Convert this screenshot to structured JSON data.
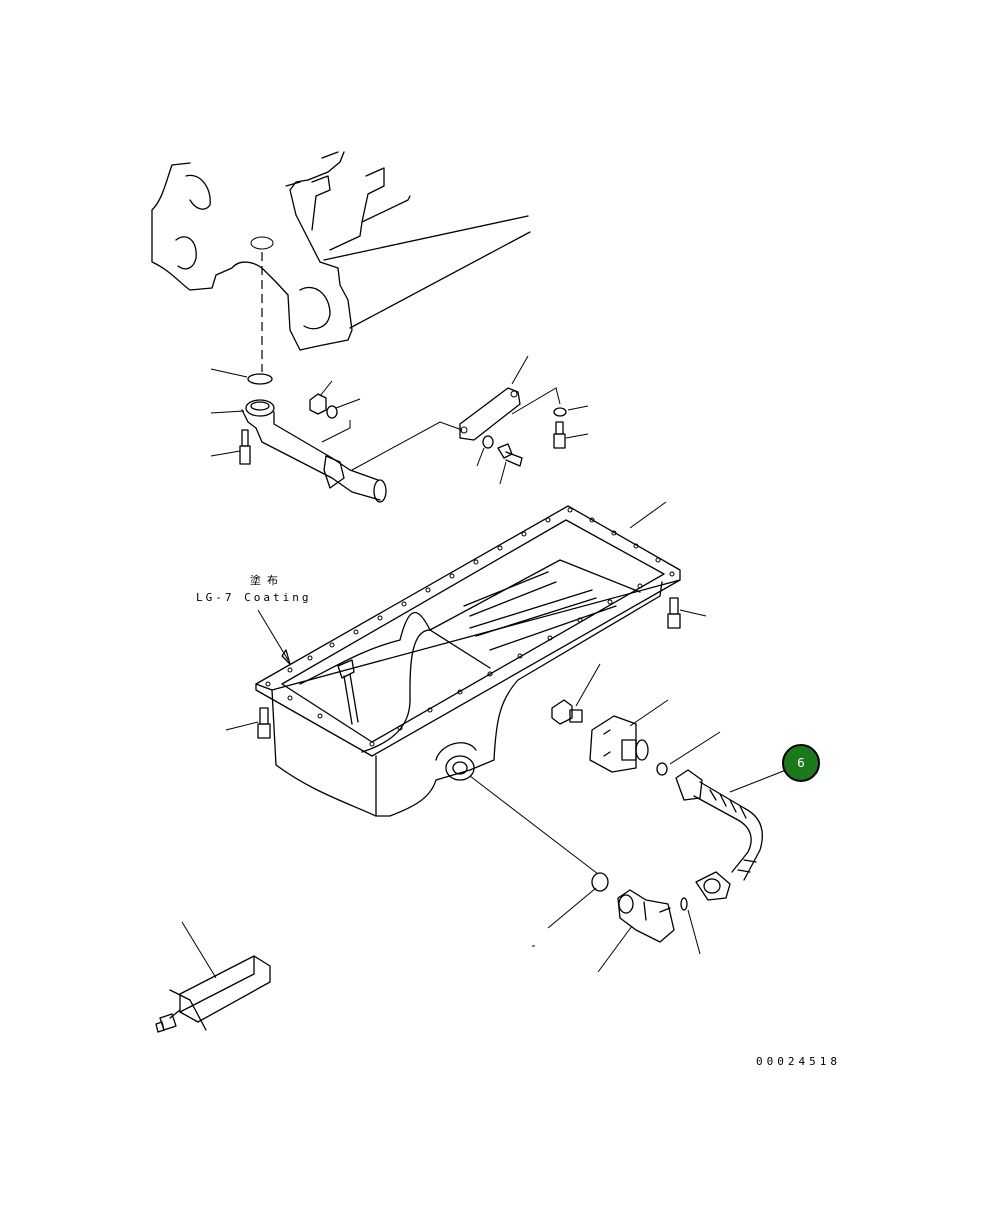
{
  "labels": {
    "coating_jp": "塗布",
    "coating_en": "LG-7 Coating",
    "drawing_number": "00024518"
  },
  "callouts": [
    {
      "label": "6",
      "color": "#1a7a1a"
    }
  ]
}
